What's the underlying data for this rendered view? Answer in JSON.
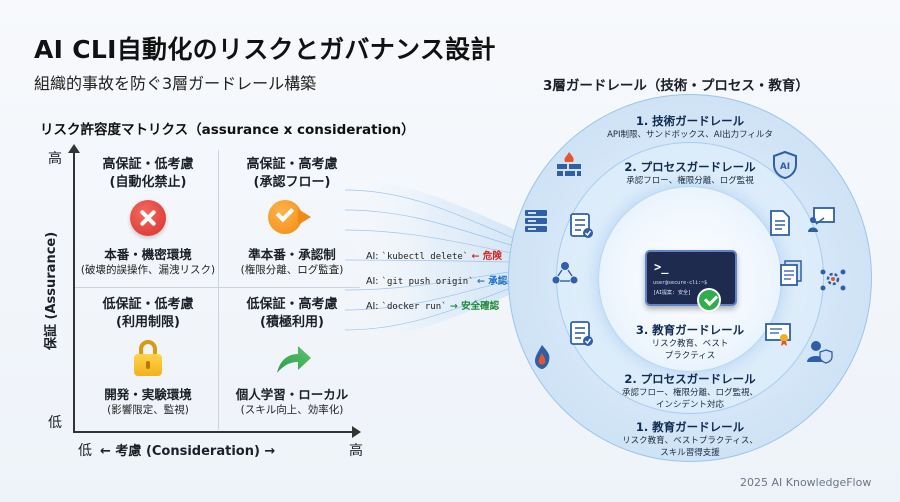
{
  "header": {
    "title": "AI CLI自動化のリスクとガバナンス設計",
    "subtitle": "組織的事故を防ぐ3層ガードレール構築"
  },
  "matrix": {
    "title": "リスク許容度マトリクス（assurance x consideration）",
    "y_high": "高",
    "y_low": "低",
    "y_label": "保証 (Assurance)",
    "x_low": "低",
    "x_high": "高",
    "x_label": "← 考慮 (Consideration) →",
    "quadrants": [
      {
        "head1": "高保証・低考慮",
        "head2": "(自動化禁止)",
        "icon": "cross-icon",
        "foot1": "本番・機密環境",
        "foot2": "(破壊的誤操作、漏洩リスク)"
      },
      {
        "head1": "高保証・高考慮",
        "head2": "(承認フロー)",
        "icon": "check-arrow-icon",
        "foot1": "準本番・承認制",
        "foot2": "(権限分離、ログ監査)"
      },
      {
        "head1": "低保証・低考慮",
        "head2": "(利用制限)",
        "icon": "lock-icon",
        "foot1": "開発・実験環境",
        "foot2": "(影響限定、監視)"
      },
      {
        "head1": "低保証・高考慮",
        "head2": "(積極利用)",
        "icon": "forward-arrow-icon",
        "foot1": "個人学習・ローカル",
        "foot2": "(スキル向上、効率化)"
      }
    ]
  },
  "commands": [
    {
      "prefix": "AI: ",
      "code": "`kubectl delete`",
      "arrow": " ← ",
      "tag": "危険",
      "color": "#d2261d"
    },
    {
      "prefix": "AI: ",
      "code": "`git push origin`",
      "arrow": " ← ",
      "tag": "承認必要",
      "color": "#1f6fc5"
    },
    {
      "prefix": "AI: ",
      "code": "`docker run`",
      "arrow": " → ",
      "tag": "安全確認",
      "color": "#1d8a3a"
    }
  ],
  "rings": {
    "title": "3層ガードレール（技術・プロセス・教育）",
    "top_outer": {
      "head": "1. 技術ガードレール",
      "sub": "API制限、サンドボックス、AI出力フィルタ"
    },
    "top_middle": {
      "head": "2. プロセスガードレール",
      "sub": "承認フロー、権限分離、ログ監視"
    },
    "inner": {
      "head": "3. 教育ガードレール",
      "sub1": "リスク教育、ベスト",
      "sub2": "プラクティス"
    },
    "bottom_middle": {
      "head": "2. プロセスガードレール",
      "sub1": "承認フロー、権限分離、ログ監視、",
      "sub2": "インシデント対応"
    },
    "bottom_outer": {
      "head": "1. 教育ガードレール",
      "sub1": "リスク教育、ベストプラクティス、",
      "sub2": "スキル習得支援"
    },
    "terminal": {
      "prompt": ">_",
      "line1": "user@secure-cli:~$",
      "line2": "[AI提案: 安全]"
    }
  },
  "icons": [
    "firewall-icon",
    "ai-shield-icon",
    "server-rack-icon",
    "checklist-icon",
    "document-icon",
    "presenter-icon",
    "people-network-icon",
    "documents-icon",
    "team-settings-icon",
    "checklist-icon",
    "certificate-icon",
    "alert-icon",
    "user-shield-icon"
  ],
  "colors": {
    "accent": "#1f6fc5",
    "danger": "#d2261d",
    "safe": "#1d8a3a",
    "warn": "#f08a13"
  },
  "footer": "2025 AI KnowledgeFlow"
}
